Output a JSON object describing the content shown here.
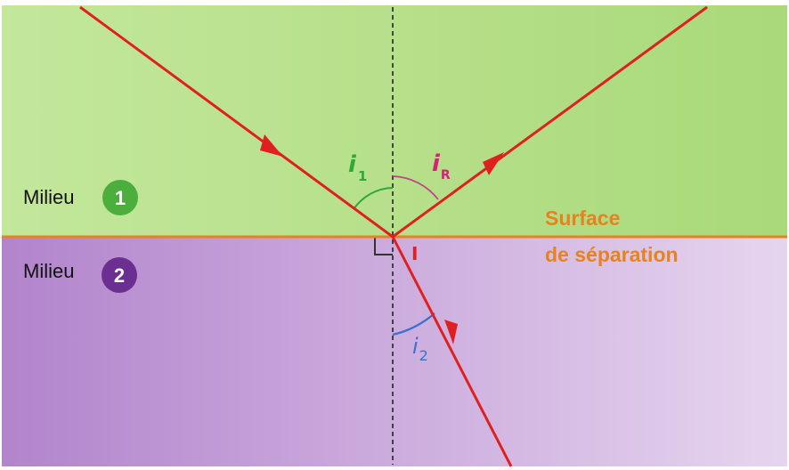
{
  "media1": {
    "label": "Milieu",
    "number": "1",
    "badge_color": "#4caf3c",
    "bg_color": "#bfe596"
  },
  "media2": {
    "label": "Milieu",
    "number": "2",
    "badge_color": "#6a2f91",
    "bg_color": "#c79fd9"
  },
  "surface": {
    "line1": "Surface",
    "line2": "de séparation",
    "color": "#e8821e"
  },
  "point": {
    "label": "I",
    "color": "#e02020"
  },
  "angles": {
    "incidence": {
      "symbol": "i",
      "sub": "1",
      "color": "#2fa83a"
    },
    "reflection": {
      "symbol": "i",
      "sub": "R",
      "color": "#d6207a"
    },
    "refraction": {
      "symbol": "i",
      "sub": "2",
      "color": "#3a6fd0"
    }
  },
  "ray_color": "#e02020"
}
